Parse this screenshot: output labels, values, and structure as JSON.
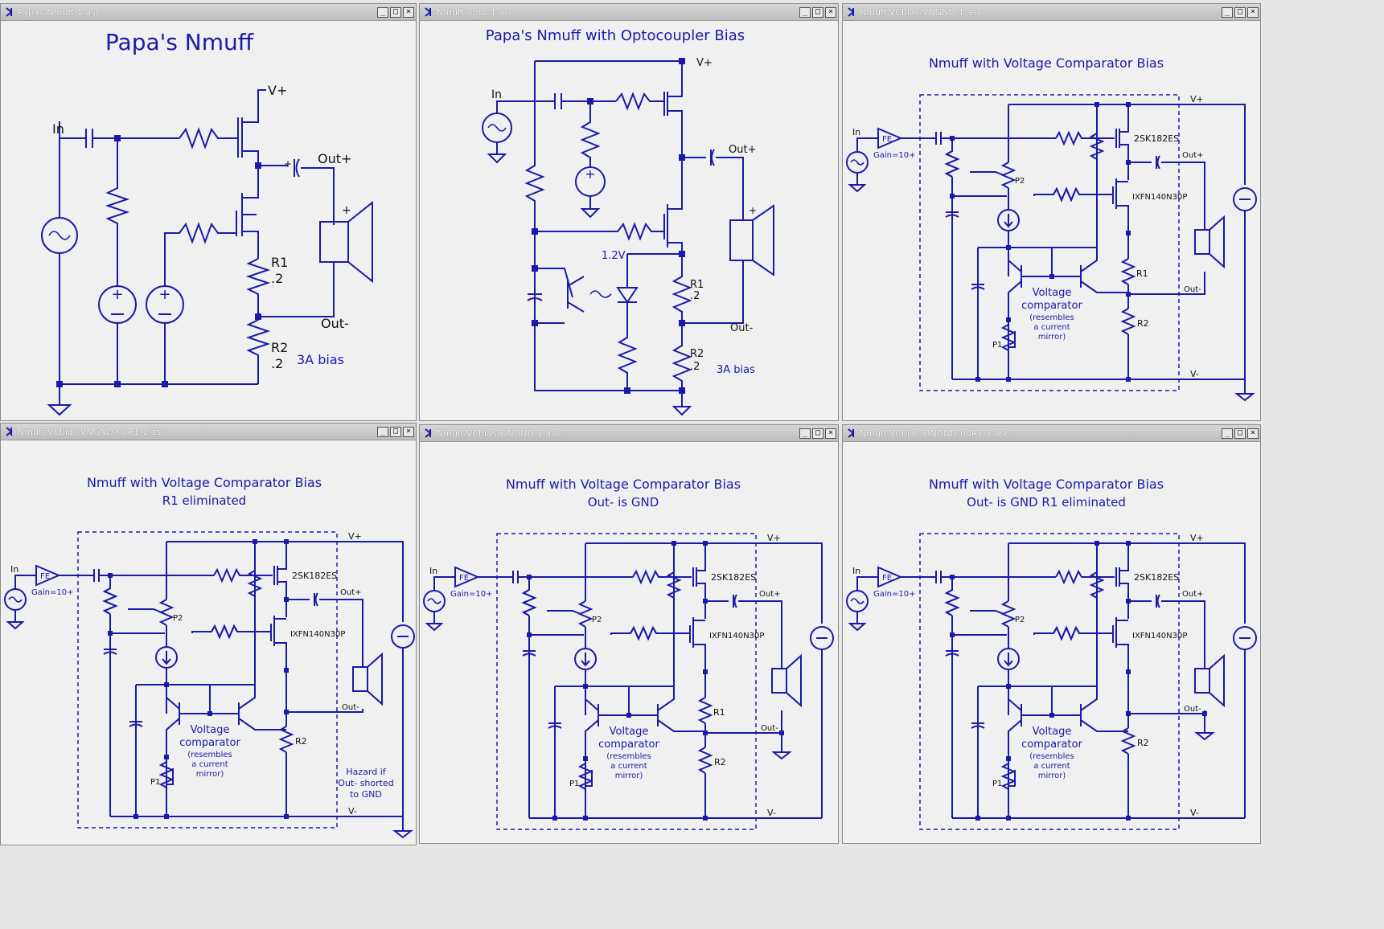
{
  "colors": {
    "wire": "#1a1aa8",
    "background": "#f0f0f0",
    "titlebar": "#c8c8c8"
  },
  "window_buttons": {
    "minimize": "_",
    "maximize": "□",
    "close": "×"
  },
  "windows": [
    {
      "file": "Papas-Nmuff-1.asc",
      "title": "Papa's Nmuff",
      "labels": {
        "in": "In",
        "vplus": "V+",
        "outp": "Out+",
        "outm": "Out-",
        "r1": "R1",
        "r1v": ".2",
        "r2": "R2",
        "r2v": ".2",
        "bias": "3A bias",
        "plus": "+"
      }
    },
    {
      "file": "Nmuff-opto-1.asc",
      "title": "Papa's Nmuff with Optocoupler Bias",
      "labels": {
        "in": "In",
        "vplus": "V+",
        "outp": "Out+",
        "outm": "Out-",
        "v12": "1.2V",
        "r1": "R1",
        "r1v": ".2",
        "r2": "R2",
        "r2v": ".2",
        "bias": "3A bias",
        "plus": "+"
      }
    },
    {
      "file": "Nmuff-VCbias-VNGND-1.asc",
      "title": "Nmuff with Voltage Comparator Bias",
      "subtitle": "",
      "labels": {
        "in": "In",
        "fe": "FE",
        "gain": "Gain=10+",
        "vplus": "V+",
        "vminus": "V-",
        "q1": "2SK182ES",
        "q2": "IXFN140N30P",
        "outp": "Out+",
        "outm": "Out-",
        "p1": "P1",
        "p2": "P2",
        "r1": "R1",
        "r2": "R2",
        "vc1": "Voltage",
        "vc2": "comparator",
        "vc3": "(resembles",
        "vc4": "a current",
        "vc5": "mirror)"
      }
    },
    {
      "file": "Nmuff-VCbias-VNGND-noR1-1.asc",
      "title": "Nmuff with Voltage Comparator Bias",
      "subtitle": "R1 eliminated",
      "labels": {
        "in": "In",
        "fe": "FE",
        "gain": "Gain=10+",
        "vplus": "V+",
        "vminus": "V-",
        "q1": "2SK182ES",
        "q2": "IXFN140N30P",
        "outp": "Out+",
        "outm": "Out-",
        "p1": "P1",
        "p2": "P2",
        "r2": "R2",
        "vc1": "Voltage",
        "vc2": "comparator",
        "vc3": "(resembles",
        "vc4": "a current",
        "vc5": "mirror)",
        "hz1": "Hazard if",
        "hz2": "Out- shorted",
        "hz3": "to GND"
      }
    },
    {
      "file": "Nmuff-VCbias-ONGND-1.asc",
      "title": "Nmuff with Voltage Comparator Bias",
      "subtitle": "Out- is GND",
      "labels": {
        "in": "In",
        "fe": "FE",
        "gain": "Gain=10+",
        "vplus": "V+",
        "vminus": "V-",
        "q1": "2SK182ES",
        "q2": "IXFN140N30P",
        "outp": "Out+",
        "outm": "Out-",
        "p1": "P1",
        "p2": "P2",
        "r1": "R1",
        "r2": "R2",
        "vc1": "Voltage",
        "vc2": "comparator",
        "vc3": "(resembles",
        "vc4": "a current",
        "vc5": "mirror)"
      }
    },
    {
      "file": "Nmuff-VCbias-ONGND-noR1-1.asc",
      "title": "Nmuff with Voltage Comparator Bias",
      "subtitle": "Out- is GND    R1 eliminated",
      "labels": {
        "in": "In",
        "fe": "FE",
        "gain": "Gain=10+",
        "vplus": "V+",
        "vminus": "V-",
        "q1": "2SK182ES",
        "q2": "IXFN140N30P",
        "outp": "Out+",
        "outm": "Out-",
        "p1": "P1",
        "p2": "P2",
        "r2": "R2",
        "vc1": "Voltage",
        "vc2": "comparator",
        "vc3": "(resembles",
        "vc4": "a current",
        "vc5": "mirror)"
      }
    }
  ]
}
